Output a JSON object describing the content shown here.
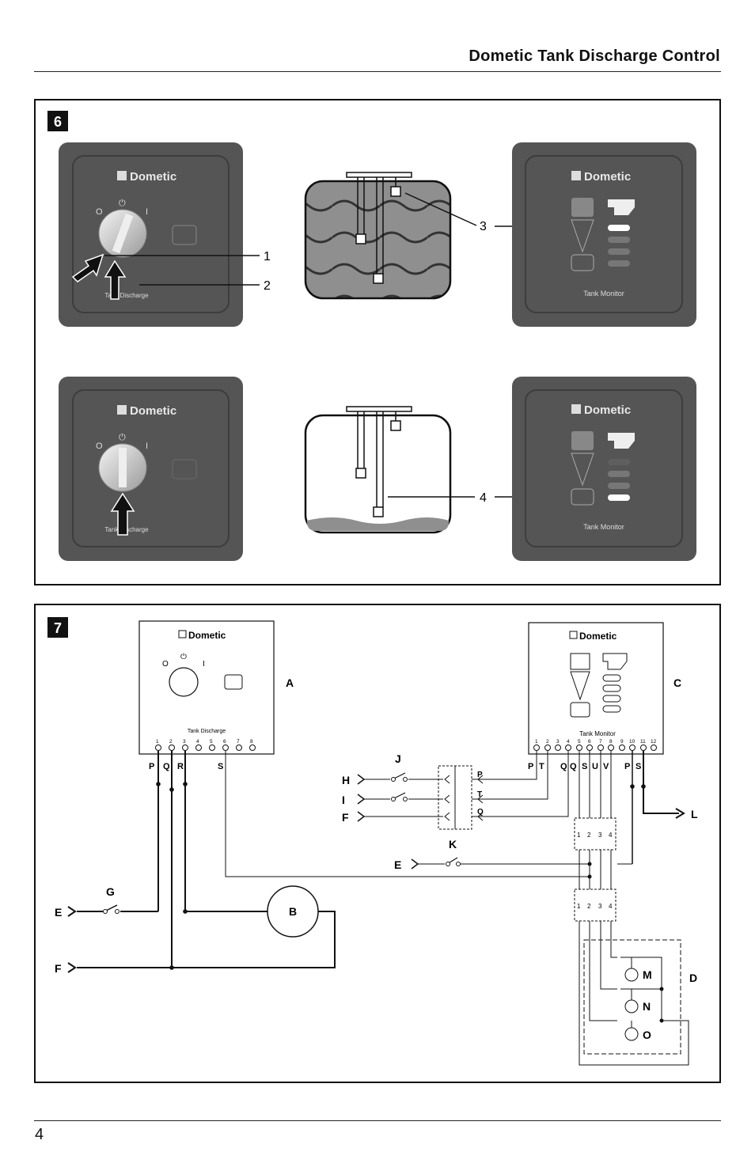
{
  "header": {
    "title": "Dometic Tank Discharge Control"
  },
  "footer": {
    "page_number": "4"
  },
  "figure6": {
    "number": "6",
    "brand": "Dometic",
    "panel_discharge_label": "Tank Discharge",
    "panel_monitor_label": "Tank Monitor",
    "switch_off": "O",
    "switch_on": "I",
    "callouts": [
      "1",
      "2",
      "3",
      "4"
    ]
  },
  "figure7": {
    "number": "7",
    "brand": "Dometic",
    "panel_a_label": "Tank Discharge",
    "panel_c_label": "Tank Monitor",
    "switch_off": "O",
    "switch_on": "I",
    "components": [
      "A",
      "B",
      "C",
      "D"
    ],
    "terminals_a": [
      "1",
      "2",
      "3",
      "4",
      "5",
      "6",
      "7",
      "8"
    ],
    "terminals_c": [
      "1",
      "2",
      "3",
      "4",
      "5",
      "6",
      "7",
      "8",
      "9",
      "10",
      "11",
      "12"
    ],
    "wires_a": [
      "P",
      "Q",
      "R",
      "S"
    ],
    "wires_c": [
      "P",
      "T",
      "Q",
      "Q",
      "S",
      "U",
      "V",
      "P",
      "S"
    ],
    "connector_labels": [
      "P",
      "T",
      "Q"
    ],
    "block_numbers": [
      "1",
      "2",
      "3",
      "4"
    ],
    "inputs_left": [
      "E",
      "F"
    ],
    "inputs_mid": [
      "H",
      "I",
      "F"
    ],
    "input_e_mid": "E",
    "switches": [
      "G",
      "J",
      "K"
    ],
    "output_l": "L",
    "relays": [
      "M",
      "N",
      "O"
    ]
  }
}
